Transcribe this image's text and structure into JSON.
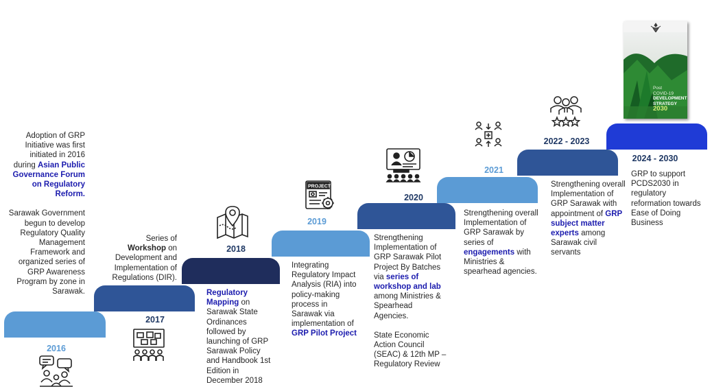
{
  "timeline": [
    {
      "year": "2016",
      "year_color": "#5b9bd5",
      "step_color": "#5b9bd5",
      "icon": "meeting-people-icon",
      "desc_parts": [
        {
          "t": "Adoption of GRP Initiative was first initiated in 2016 during "
        },
        {
          "t": "Asian Public Governance Forum on Regulatory Reform.",
          "h": true
        }
      ],
      "desc2": "Sarawak Government begun to develop Regulatory Quality Management Framework and organized series of GRP Awareness Program by zone in Sarawak."
    },
    {
      "year": "2017",
      "year_color": "#1f3864",
      "step_color": "#2f5597",
      "icon": "workshop-presentation-icon",
      "desc_parts": [
        {
          "t": "Series of "
        },
        {
          "t": "Workshop",
          "b": true
        },
        {
          "t": " on Development and Implementation of Regulations (DIR)."
        }
      ]
    },
    {
      "year": "2018",
      "year_color": "#1f3864",
      "step_color": "#1f2d5c",
      "icon": "map-location-icon",
      "desc_parts": [
        {
          "t": "Regulatory Mapping",
          "h": true
        },
        {
          "t": " on Sarawak State Ordinances followed by launching of GRP Sarawak Policy and Handbook 1st Edition in December 2018"
        }
      ]
    },
    {
      "year": "2019",
      "year_color": "#5b9bd5",
      "step_color": "#5b9bd5",
      "icon": "project-gear-icon",
      "desc_parts": [
        {
          "t": "Integrating Regulatory Impact Analysis (RIA) into policy-making process in Sarawak  via implementation of "
        },
        {
          "t": "GRP Pilot Project",
          "h": true
        }
      ]
    },
    {
      "year": "2020",
      "year_color": "#1f3864",
      "step_color": "#2f5597",
      "icon": "presentation-audience-icon",
      "desc_parts": [
        {
          "t": "Strengthening Implementation of GRP Sarawak Pilot Project By Batches via "
        },
        {
          "t": "series of workshop and lab",
          "h": true
        },
        {
          "t": " among Ministries & Spearhead Agencies."
        }
      ],
      "desc2": "State Economic Action Council (SEAC) & 12th MP – Regulatory Review"
    },
    {
      "year": "2021",
      "year_color": "#5b9bd5",
      "step_color": "#5b9bd5",
      "icon": "team-network-icon",
      "desc_parts": [
        {
          "t": "Strengthening overall Implementation of GRP Sarawak by series of "
        },
        {
          "t": "engagements",
          "h": true
        },
        {
          "t": " with Ministries & spearhead agencies."
        }
      ]
    },
    {
      "year": "2022 - 2023",
      "year_color": "#1f3864",
      "step_color": "#2f5597",
      "icon": "experts-stars-icon",
      "desc_parts": [
        {
          "t": "Strengthening overall Implementation of GRP Sarawak with appointment of "
        },
        {
          "t": "GRP subject matter experts",
          "h": true
        },
        {
          "t": " among Sarawak civil servants"
        }
      ]
    },
    {
      "year": "2024 - 2030",
      "year_color": "#1f3864",
      "step_color": "#1f3bd6",
      "desc_parts": [
        {
          "t": "GRP to support PCDS2030 in regulatory reformation towards Ease of Doing Business"
        }
      ]
    }
  ],
  "book_cover": {
    "line1": "Post",
    "line2": "COVID-19",
    "line3": "DEVELOPMENT",
    "line4": "STRATEGY",
    "line5": "2030"
  }
}
